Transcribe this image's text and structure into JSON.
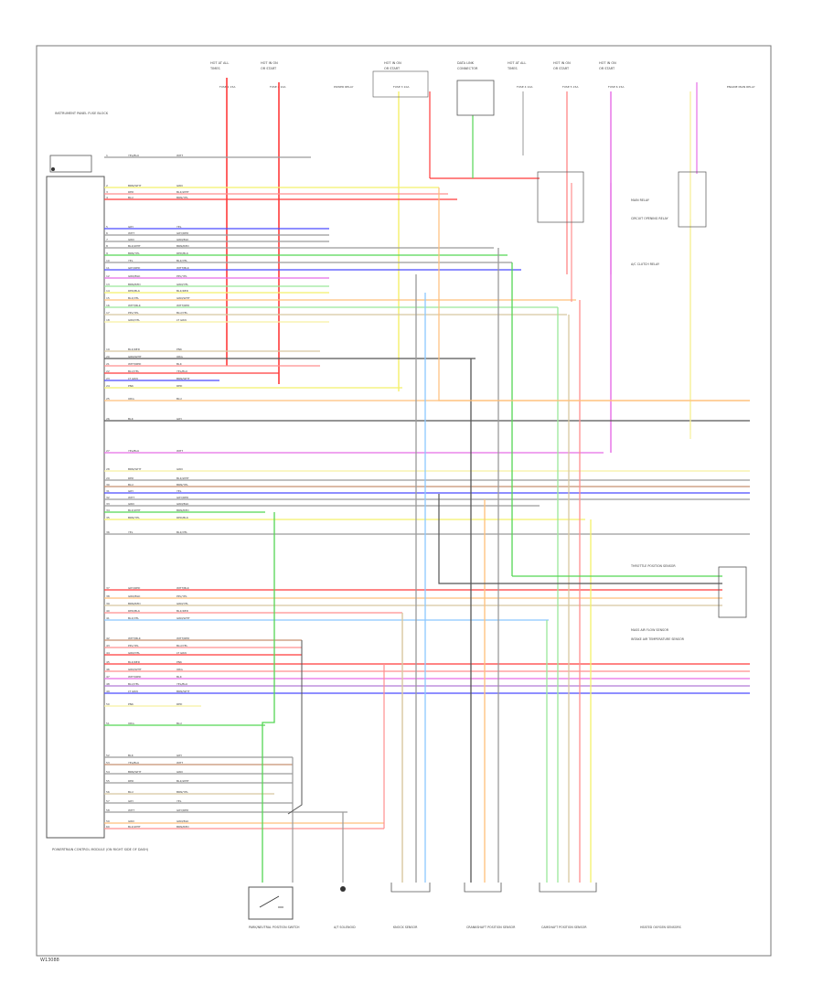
{
  "diagram": {
    "footer_code": "W13088",
    "colors": {
      "red": "#ff3b3b",
      "pink": "#ff8f8f",
      "yellow": "#f4f06a",
      "light_yellow": "#f7f0a2",
      "blue": "#4a4aff",
      "light_blue": "#8cc8ff",
      "green": "#55d655",
      "light_green": "#9ae89a",
      "magenta": "#e66de6",
      "gray": "#9a9a9a",
      "dark_gray": "#555555",
      "orange": "#ffbf7a",
      "tan": "#d8c8a0",
      "brown": "#c89070",
      "violet": "#b27ad8",
      "black": "#222222"
    },
    "ecm_label": "POWERTRAIN CONTROL MODULE (ON RIGHT SIDE OF DASH)",
    "top_left_label": "INSTRUMENT PANEL FUSE BLOCK",
    "fuse_labels": [
      {
        "line1": "HOT AT ALL",
        "line2": "TIMES",
        "fuse": "FUSE 1 15A"
      },
      {
        "line1": "HOT IN ON",
        "line2": "OR START",
        "fuse": "FUSE 2 10A"
      },
      {
        "line1": "",
        "line2": "",
        "fuse": "POWER RELAY"
      },
      {
        "line1": "HOT IN ON",
        "line2": "OR START",
        "fuse": "FUSE 3 10A"
      },
      {
        "line1": "DATA LINK",
        "line2": "CONNECTOR",
        "fuse": ""
      },
      {
        "line1": "HOT AT ALL",
        "line2": "TIMES",
        "fuse": "FUSE 4 10A"
      },
      {
        "line1": "HOT IN ON",
        "line2": "OR START",
        "fuse": "FUSE 5 15A"
      },
      {
        "line1": "HOT IN ON",
        "line2": "OR START",
        "fuse": "FUSE 6 15A"
      },
      {
        "line1": "",
        "line2": "",
        "fuse": "ENGINE MAIN RELAY"
      }
    ],
    "right_labels": [
      "MAIN RELAY",
      "CIRCUIT OPENING RELAY",
      "A/C CLUTCH RELAY",
      "THROTTLE POSITION SENSOR",
      "MASS AIR FLOW SENSOR",
      "INTAKE AIR TEMPERATURE SENSOR"
    ],
    "bottom_labels": [
      "PARK/NEUTRAL POSITION SWITCH",
      "A/T SOLENOID",
      "KNOCK SENSOR",
      "CRANKSHAFT POSITION SENSOR",
      "CAMSHAFT POSITION SENSOR",
      "HEATED OXYGEN SENSORS"
    ],
    "wire_codes": [
      "YEL/BLU",
      "BRN/WHT",
      "RED",
      "BLU",
      "GRY",
      "WHT",
      "GRN",
      "BLK/WHT",
      "BRN/YEL",
      "YEL",
      "GRY/RED",
      "GRN/BLK",
      "BRN/RED",
      "RED/BLK",
      "BLK/YEL",
      "WHT/BLK",
      "PPL/YEL",
      "GRN/YEL",
      "BLK/RED",
      "GRN/WHT",
      "WHT/RED",
      "BLU/YEL",
      "LT GRN",
      "PNK",
      "ORG",
      "BLK"
    ]
  }
}
